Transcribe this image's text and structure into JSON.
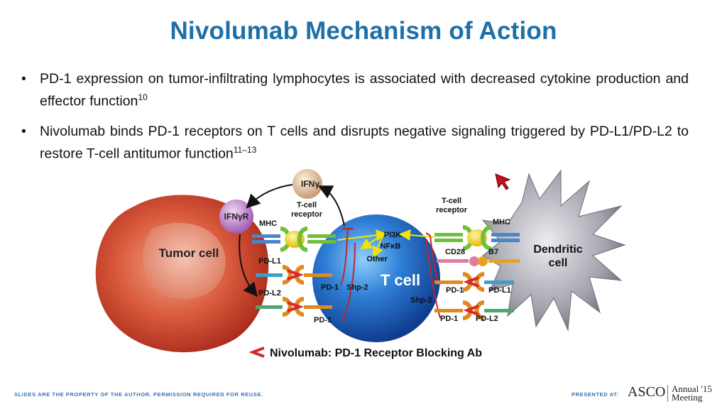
{
  "slide": {
    "title": "Nivolumab Mechanism of Action",
    "bullets": [
      {
        "text": "PD-1 expression on tumor-infiltrating lymphocytes is associated with decreased cytokine production and effector function",
        "sup": "10"
      },
      {
        "text": "Nivolumab binds PD-1 receptors on T cells and disrupts negative signaling triggered by PD-L1/PD-L2 to restore T-cell antitumor function",
        "sup": "11–13"
      }
    ]
  },
  "diagram": {
    "tumor_cell": "Tumor cell",
    "t_cell": "T cell",
    "dendritic_cell_line1": "Dendritic",
    "dendritic_cell_line2": "cell",
    "ifng": "IFNγ",
    "ifngr": "IFNγR",
    "mhc_left": "MHC",
    "mhc_right": "MHC",
    "tcr_left_line1": "T-cell",
    "tcr_left_line2": "receptor",
    "tcr_right_line1": "T-cell",
    "tcr_right_line2": "receptor",
    "pi3k": "PI3K",
    "nfkb": "NFκB",
    "other": "Other",
    "cd28": "CD28",
    "b7": "B7",
    "pdl1_left": "PD-L1",
    "pdl2_left": "PD-L2",
    "pd1_left_top": "PD-1",
    "pd1_left_bottom": "PD-1",
    "shp2_left": "Shp-2",
    "shp2_right": "Shp-2",
    "pd1_right_top": "PD-1",
    "pdl1_right": "PD-L1",
    "pd1_right_bottom": "PD-1",
    "pdl2_right": "PD-L2",
    "legend": "Nivolumab: PD-1 Receptor Blocking Ab"
  },
  "footer": {
    "left": "SLIDES ARE THE PROPERTY OF THE AUTHOR. PERMISSION REQUIRED FOR REUSE.",
    "presented": "PRESENTED AT:",
    "asco": "ASCO",
    "annual": "Annual '15",
    "meeting": "Meeting"
  },
  "colors": {
    "title": "#1e6fa8",
    "tcell": "#1f66c2",
    "tumor": "#c8402a",
    "dendritic": "#8a8a94",
    "nivolumab": "#d42a2a",
    "pd1": "#e08a1e"
  }
}
